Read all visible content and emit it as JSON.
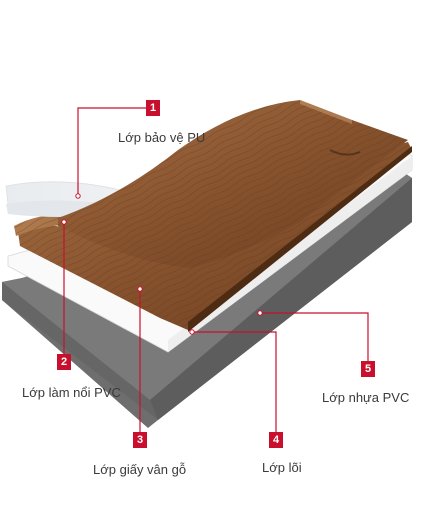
{
  "accent_color": "#c8102e",
  "layers": [
    {
      "number": "1",
      "label": "Lớp bảo vệ PU",
      "material": "transparent-film"
    },
    {
      "number": "2",
      "label": "Lớp làm nổi PVC",
      "material": "embossed-wood-edge"
    },
    {
      "number": "3",
      "label": "Lớp giấy vân gỗ",
      "material": "wood-grain-paper"
    },
    {
      "number": "4",
      "label": "Lớp lõi",
      "material": "white-core"
    },
    {
      "number": "5",
      "label": "Lớp nhựa PVC",
      "material": "gray-base"
    }
  ]
}
